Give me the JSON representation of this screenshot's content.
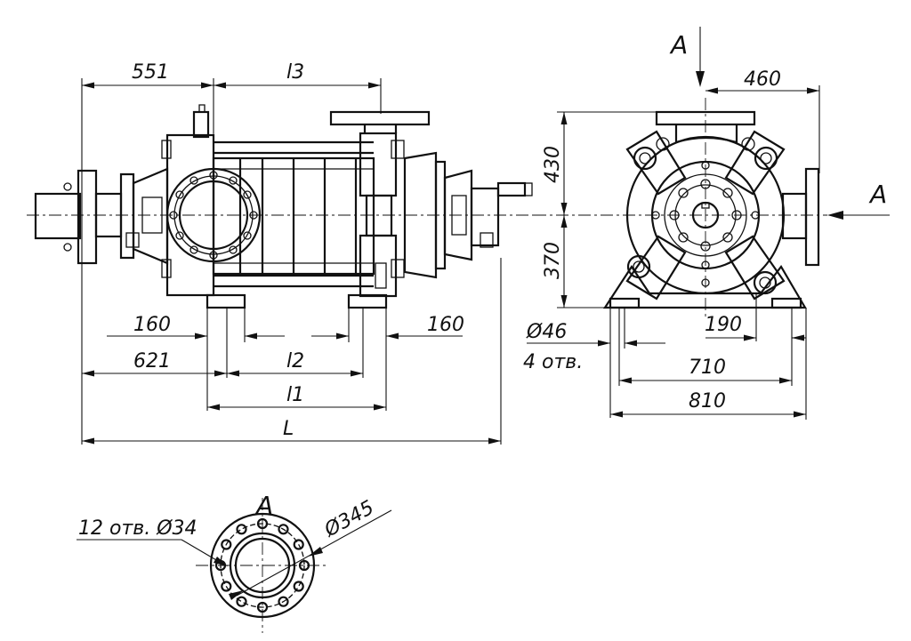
{
  "dims": {
    "d551": "551",
    "l3": "l3",
    "d160_left": "160",
    "d160_right": "160",
    "d621": "621",
    "l2": "l2",
    "l1": "l1",
    "L": "L",
    "d430": "430",
    "d370": "370",
    "d460": "460",
    "d46": "Ø46",
    "holes4": "4 отв.",
    "d190": "190",
    "d710": "710",
    "d810": "810",
    "holes12": "12 отв. Ø34",
    "d345": "Ø345"
  },
  "view_labels": {
    "arrow_top": "A",
    "arrow_right": "A",
    "detail_title": "A"
  }
}
